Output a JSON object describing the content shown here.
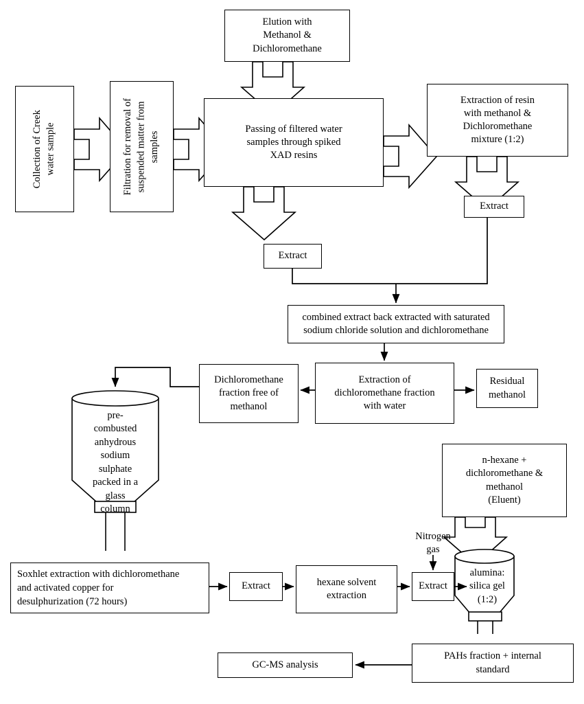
{
  "diagram": {
    "title": "PAHs water sample extraction and analysis workflow",
    "stroke_color": "#000000",
    "background_color": "#ffffff",
    "nodes": {
      "collection": {
        "label": "Collection of Creek\nwater sample",
        "orientation": "vertical"
      },
      "filtration": {
        "label": "Filtration for removal of\nsuspended matter from\nsamples",
        "orientation": "vertical"
      },
      "elution": {
        "label": "Elution with\nMethanol &\nDichloromethane"
      },
      "passing": {
        "label": "Passing of filtered water\nsamples through spiked\nXAD resins"
      },
      "extraction_resin": {
        "label": "Extraction of resin\nwith methanol &\nDichloromethane\nmixture (1:2)"
      },
      "extract_right_top": {
        "label": "Extract"
      },
      "extract_mid_left": {
        "label": "Extract"
      },
      "combined": {
        "label": "combined extract back extracted with saturated\nsodium chloride solution and dichloromethane"
      },
      "extraction_dcm": {
        "label": "Extraction of\ndichloromethane fraction\nwith water"
      },
      "residual_methanol": {
        "label": "Residual\nmethanol"
      },
      "dcm_fraction": {
        "label": "Dichloromethane\nfraction free of\nmethanol"
      },
      "sodium_sulphate_column": {
        "label": "pre-\ncombusted\nanhydrous\nsodium\nsulphate\npacked in a\nglass\ncolumn"
      },
      "soxhlet": {
        "label": "Soxhlet extraction with dichloromethane\nand activated copper for\ndesulphurization (72 hours)"
      },
      "extract_bottom_1": {
        "label": "Extract"
      },
      "hexane": {
        "label": "hexane solvent\nextraction"
      },
      "extract_bottom_2": {
        "label": "Extract"
      },
      "nitrogen_gas": {
        "label": "Nitrogen\ngas"
      },
      "eluent": {
        "label": "n-hexane +\ndichloromethane &\nmethanol\n(Eluent)"
      },
      "alumina_column": {
        "label": "alumina:\nsilica gel\n(1:2)"
      },
      "pahs_fraction": {
        "label": "PAHs fraction + internal\nstandard"
      },
      "gcms": {
        "label": "GC-MS analysis"
      }
    }
  }
}
